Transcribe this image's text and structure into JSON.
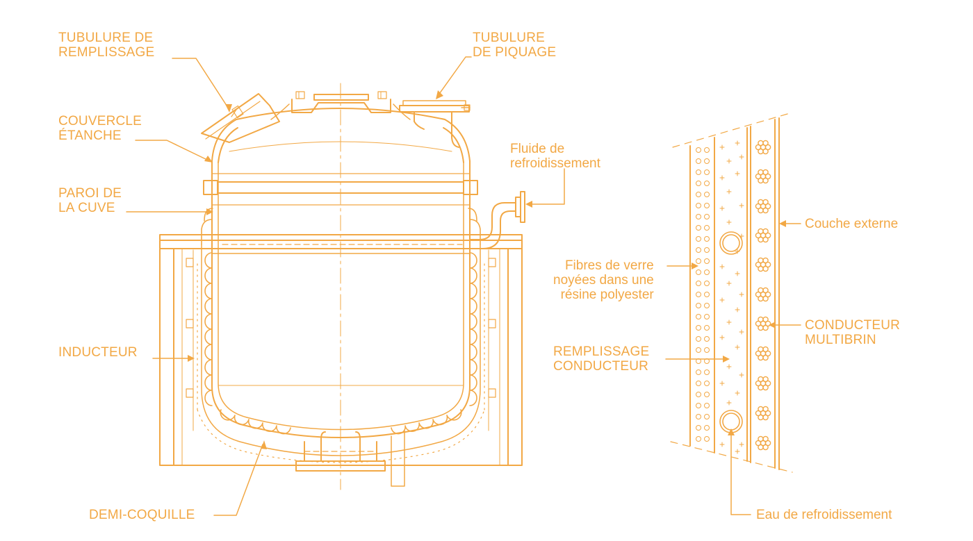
{
  "colors": {
    "line": "#f2a845",
    "background": "#ffffff"
  },
  "labels": {
    "tubulure_remplissage": "TUBULURE DE\nREMPLISSAGE",
    "tubulure_piquage": "TUBULURE\nDE PIQUAGE",
    "couvercle_etanche": "COUVERCLE\nÉTANCHE",
    "fluide_refroidissement": "Fluide de\nrefroidissement",
    "paroi_cuve": "PAROI DE\nLA CUVE",
    "inducteur": "INDUCTEUR",
    "demi_coquille": "DEMI-COQUILLE",
    "couche_externe": "Couche externe",
    "fibres_verre": "Fibres de verre\nnoyées dans une\nrésine polyester",
    "conducteur_multibrin": "CONDUCTEUR\nMULTIBRIN",
    "remplissage_conducteur": "REMPLISSAGE\nCONDUCTEUR",
    "eau_refroidissement": "Eau de refroidissement"
  }
}
